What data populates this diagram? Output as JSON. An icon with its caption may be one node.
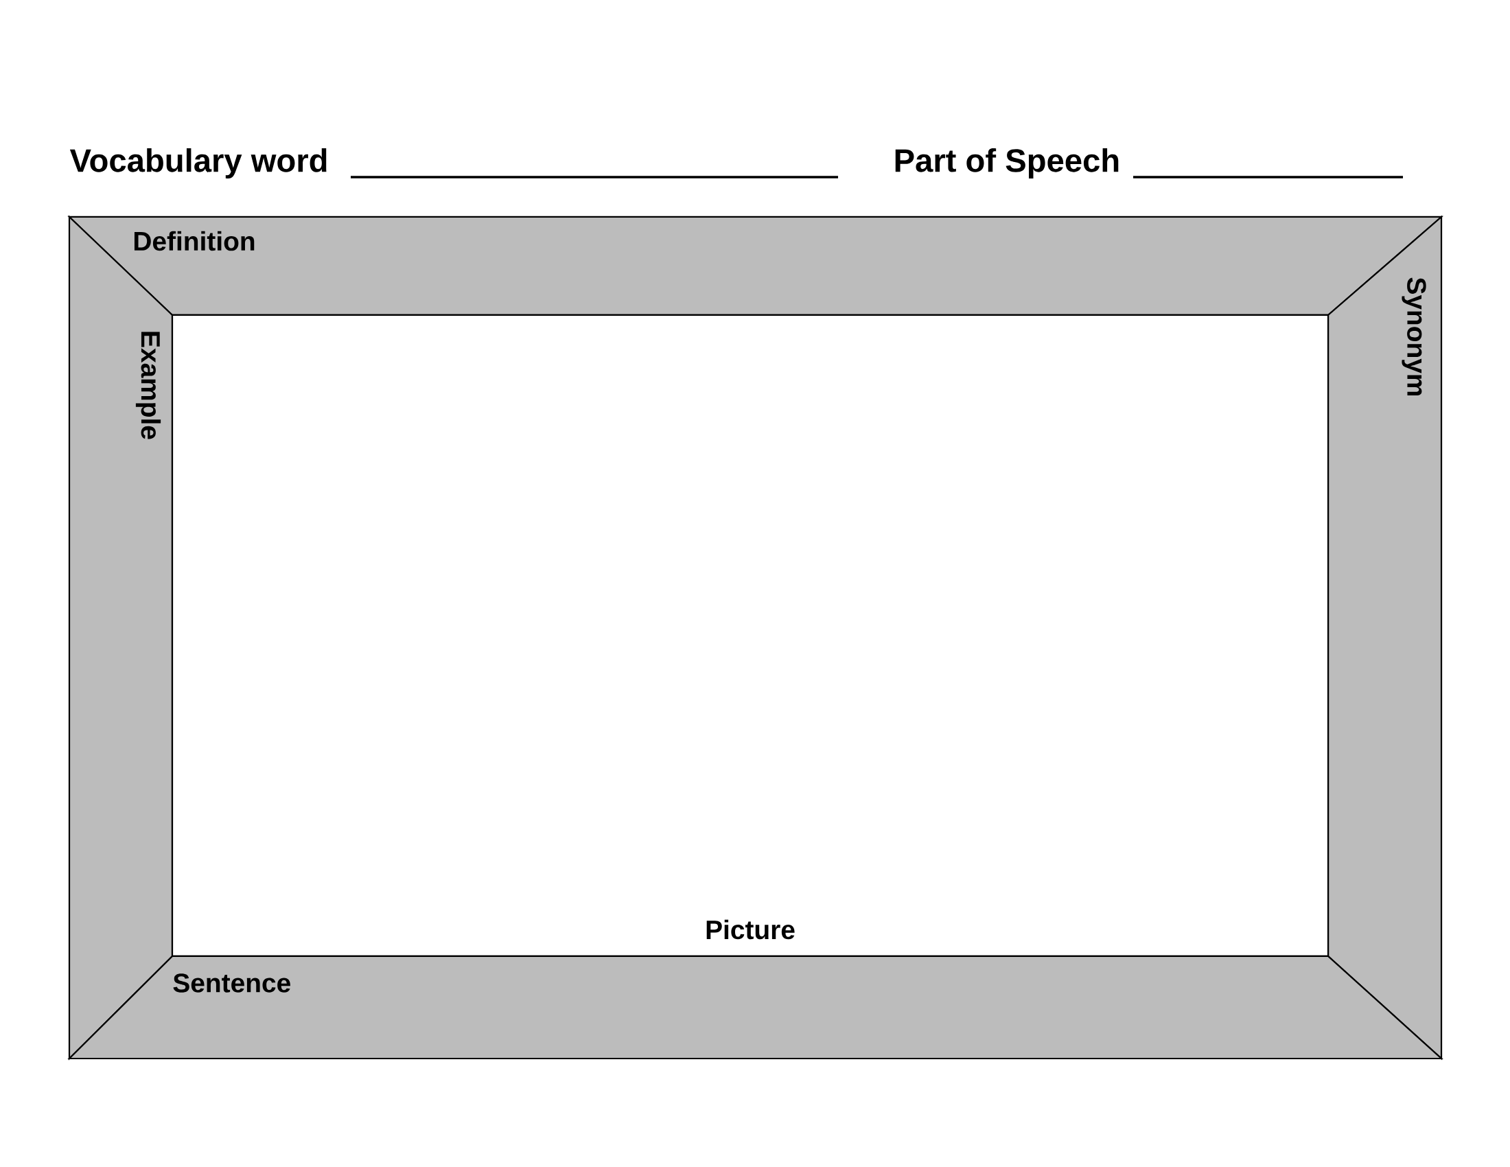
{
  "diagram": {
    "nodes": [
      {
        "text": [
          "Definition"
        ]
      },
      {
        "text": [
          "Synonym"
        ]
      },
      {
        "text": [
          "Example"
        ]
      },
      {
        "text": [
          "Picture"
        ]
      },
      {
        "text": [
          "Sentence"
        ]
      }
    ],
    "labels": [
      "Vocabulary word",
      "Part of Speech"
    ]
  }
}
